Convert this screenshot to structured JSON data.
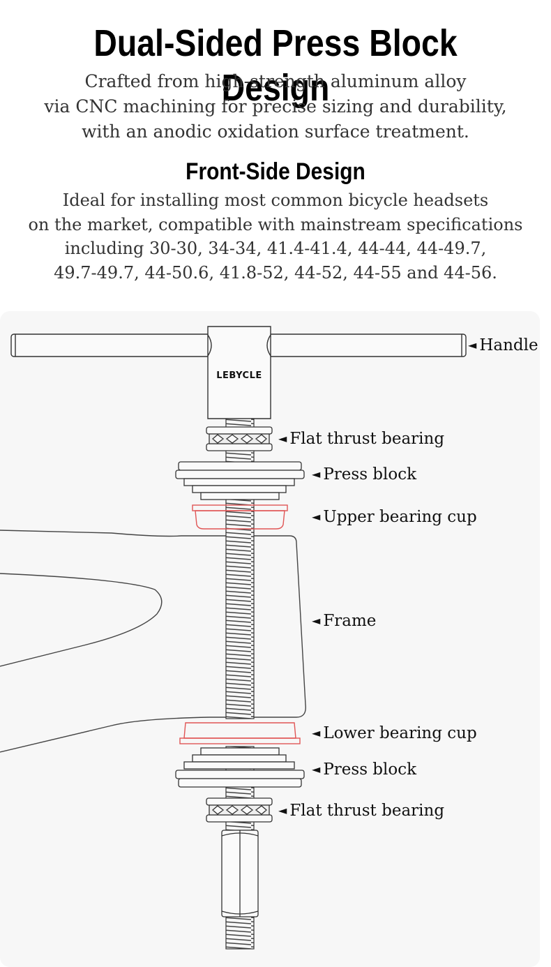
{
  "header": {
    "title": "Dual-Sided Press Block Design",
    "intro_lines": [
      "Crafted from high-strength aluminum alloy",
      "via CNC machining for precise sizing and durability,",
      "with an anodic oxidation surface treatment."
    ]
  },
  "section": {
    "title": "Front-Side Design",
    "desc_lines": [
      "Ideal for installing most common bicycle headsets",
      "on the market, compatible with mainstream specifications",
      "including 30-30, 34-34, 41.4-41.4, 44-44, 44-49.7,",
      "49.7-49.7, 44-50.6, 41.8-52, 44-52, 44-55 and 44-56."
    ]
  },
  "diagram": {
    "brand": "LEBYCLE",
    "arrow_glyph": "◄",
    "labels": {
      "handle": "Handle",
      "flat_thrust_bearing_top": "Flat thrust bearing",
      "press_block_top": "Press block",
      "upper_bearing_cup": "Upper bearing cup",
      "frame": "Frame",
      "lower_bearing_cup": "Lower bearing cup",
      "press_block_bottom": "Press block",
      "flat_thrust_bearing_bottom": "Flat thrust bearing"
    },
    "colors": {
      "line": "#333333",
      "bearing_cup": "#e05555",
      "panel": "#f7f7f7"
    }
  }
}
